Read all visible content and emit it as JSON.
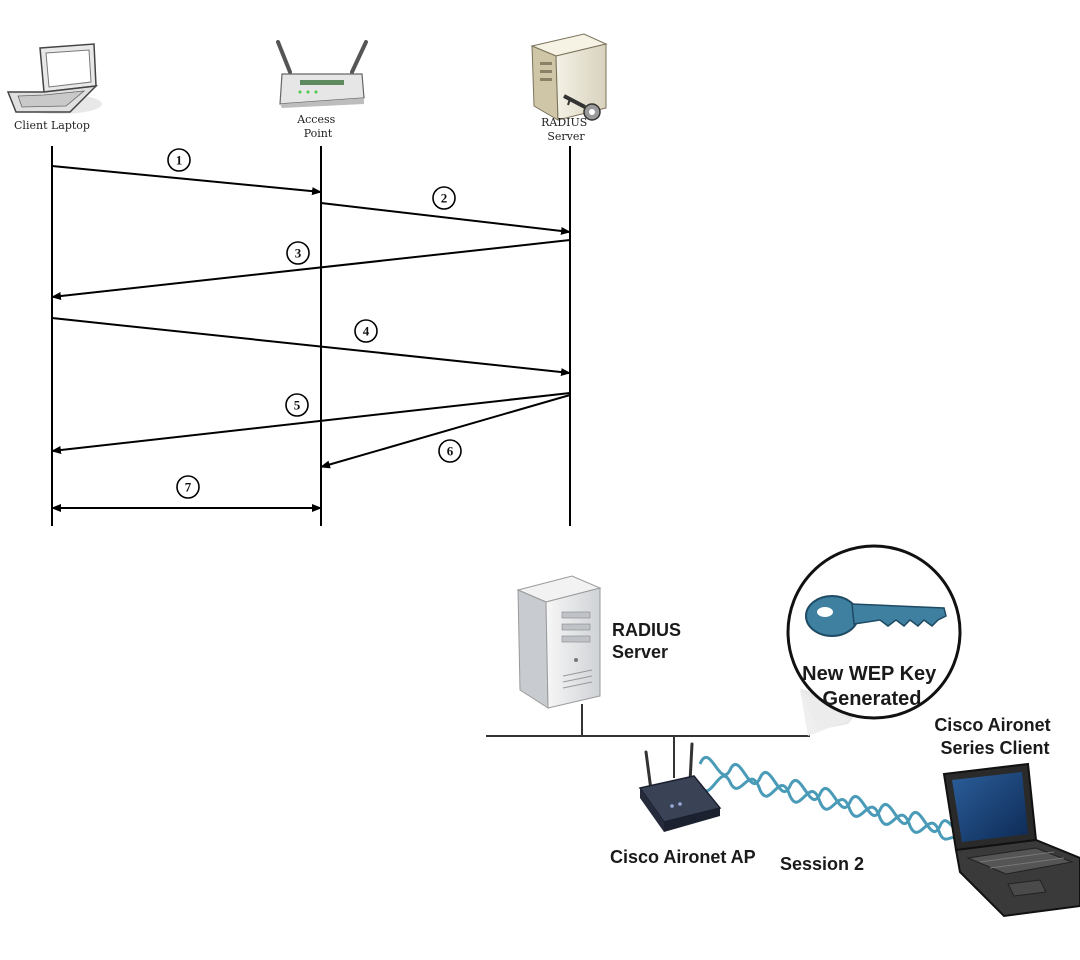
{
  "sequence": {
    "actors": [
      {
        "id": "client",
        "lines": [
          "Client Laptop"
        ]
      },
      {
        "id": "ap",
        "lines": [
          "Access",
          "Point"
        ]
      },
      {
        "id": "radius",
        "lines": [
          "RADIUS",
          "Server"
        ]
      }
    ],
    "messages": [
      {
        "step": "1",
        "from": "client",
        "to": "ap"
      },
      {
        "step": "2",
        "from": "ap",
        "to": "radius"
      },
      {
        "step": "3",
        "from": "radius",
        "to": "client"
      },
      {
        "step": "4",
        "from": "client",
        "to": "radius"
      },
      {
        "step": "5",
        "from": "radius",
        "to": "client"
      },
      {
        "step": "6",
        "from": "radius",
        "to": "ap"
      },
      {
        "step": "7",
        "from": "client",
        "to": "ap",
        "bidirectional": true
      }
    ]
  },
  "network": {
    "radius_label": [
      "RADIUS",
      "Server"
    ],
    "key_callout": [
      "New WEP Key",
      "Generated"
    ],
    "client_label": [
      "Cisco Aironet",
      "Series Client"
    ],
    "ap_label": "Cisco Aironet AP",
    "session_label": "Session 2"
  },
  "colors": {
    "line": "#000000",
    "key": "#3f7fa0",
    "wave": "#4a9bb8"
  }
}
